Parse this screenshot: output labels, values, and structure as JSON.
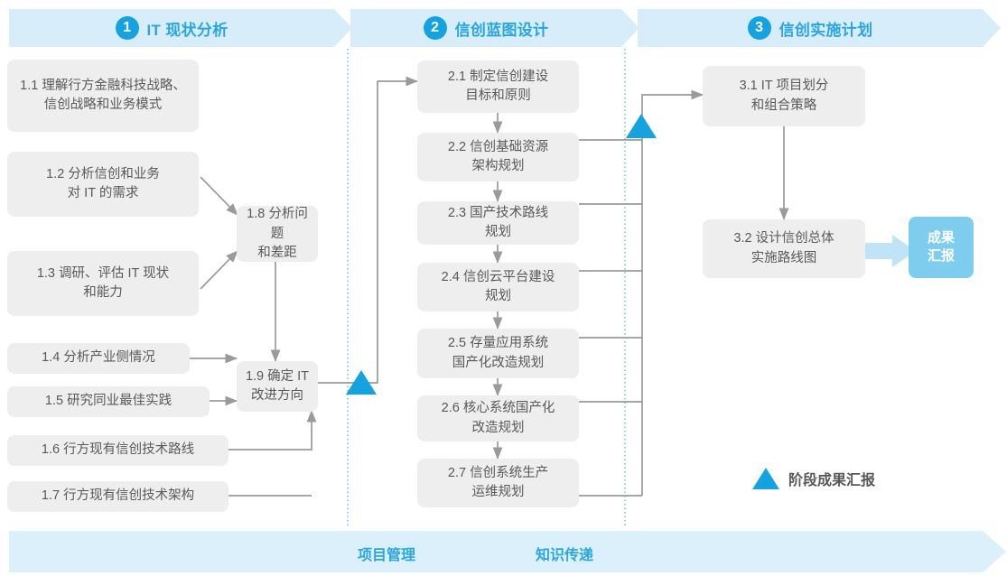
{
  "phases": [
    {
      "number": "1",
      "title": "IT 现状分析"
    },
    {
      "number": "2",
      "title": "信创蓝图设计"
    },
    {
      "number": "3",
      "title": "信创实施计划"
    }
  ],
  "phase1_tasks": [
    {
      "id": "1.1",
      "text": "1.1 理解行方金融科技战略、\n信创战略和业务模式"
    },
    {
      "id": "1.2",
      "text": "1.2 分析信创和业务\n对 IT 的需求"
    },
    {
      "id": "1.3",
      "text": "1.3 调研、评估 IT 现状\n和能力"
    },
    {
      "id": "1.4",
      "text": "1.4 分析产业侧情况"
    },
    {
      "id": "1.5",
      "text": "1.5 研究同业最佳实践"
    },
    {
      "id": "1.6",
      "text": "1.6 行方现有信创技术路线"
    },
    {
      "id": "1.7",
      "text": "1.7 行方现有信创技术架构"
    },
    {
      "id": "1.8",
      "text": "1.8 分析问题\n和差距"
    },
    {
      "id": "1.9",
      "text": "1.9 确定 IT\n改进方向"
    }
  ],
  "phase2_tasks": [
    {
      "id": "2.1",
      "text": "2.1 制定信创建设\n目标和原则"
    },
    {
      "id": "2.2",
      "text": "2.2 信创基础资源\n架构规划"
    },
    {
      "id": "2.3",
      "text": "2.3 国产技术路线\n规划"
    },
    {
      "id": "2.4",
      "text": "2.4 信创云平台建设\n规划"
    },
    {
      "id": "2.5",
      "text": "2.5 存量应用系统\n国产化改造规划"
    },
    {
      "id": "2.6",
      "text": "2.6 核心系统国产化\n改造规划"
    },
    {
      "id": "2.7",
      "text": "2.7 信创系统生产\n运维规划"
    }
  ],
  "phase3_tasks": [
    {
      "id": "3.1",
      "text": "3.1 IT 项目划分\n和组合策略"
    },
    {
      "id": "3.2",
      "text": "3.2 设计信创总体\n实施路线图"
    }
  ],
  "result_chip": {
    "text": "成果\n汇报"
  },
  "legend": {
    "label": "阶段成果汇报",
    "marker": "triangle-milestone-icon"
  },
  "bottom_band": {
    "labels": [
      "项目管理",
      "知识传递"
    ]
  },
  "colors": {
    "band_blue": "#d8edfa",
    "accent_blue": "#14a3e0",
    "title_blue": "#29a5e3",
    "chip_blue": "#7fcdee",
    "box_gray": "#eeeeee",
    "text_gray": "#59595b",
    "wire_gray": "#8d8d8d",
    "divider_blue": "#3fb4e8"
  }
}
